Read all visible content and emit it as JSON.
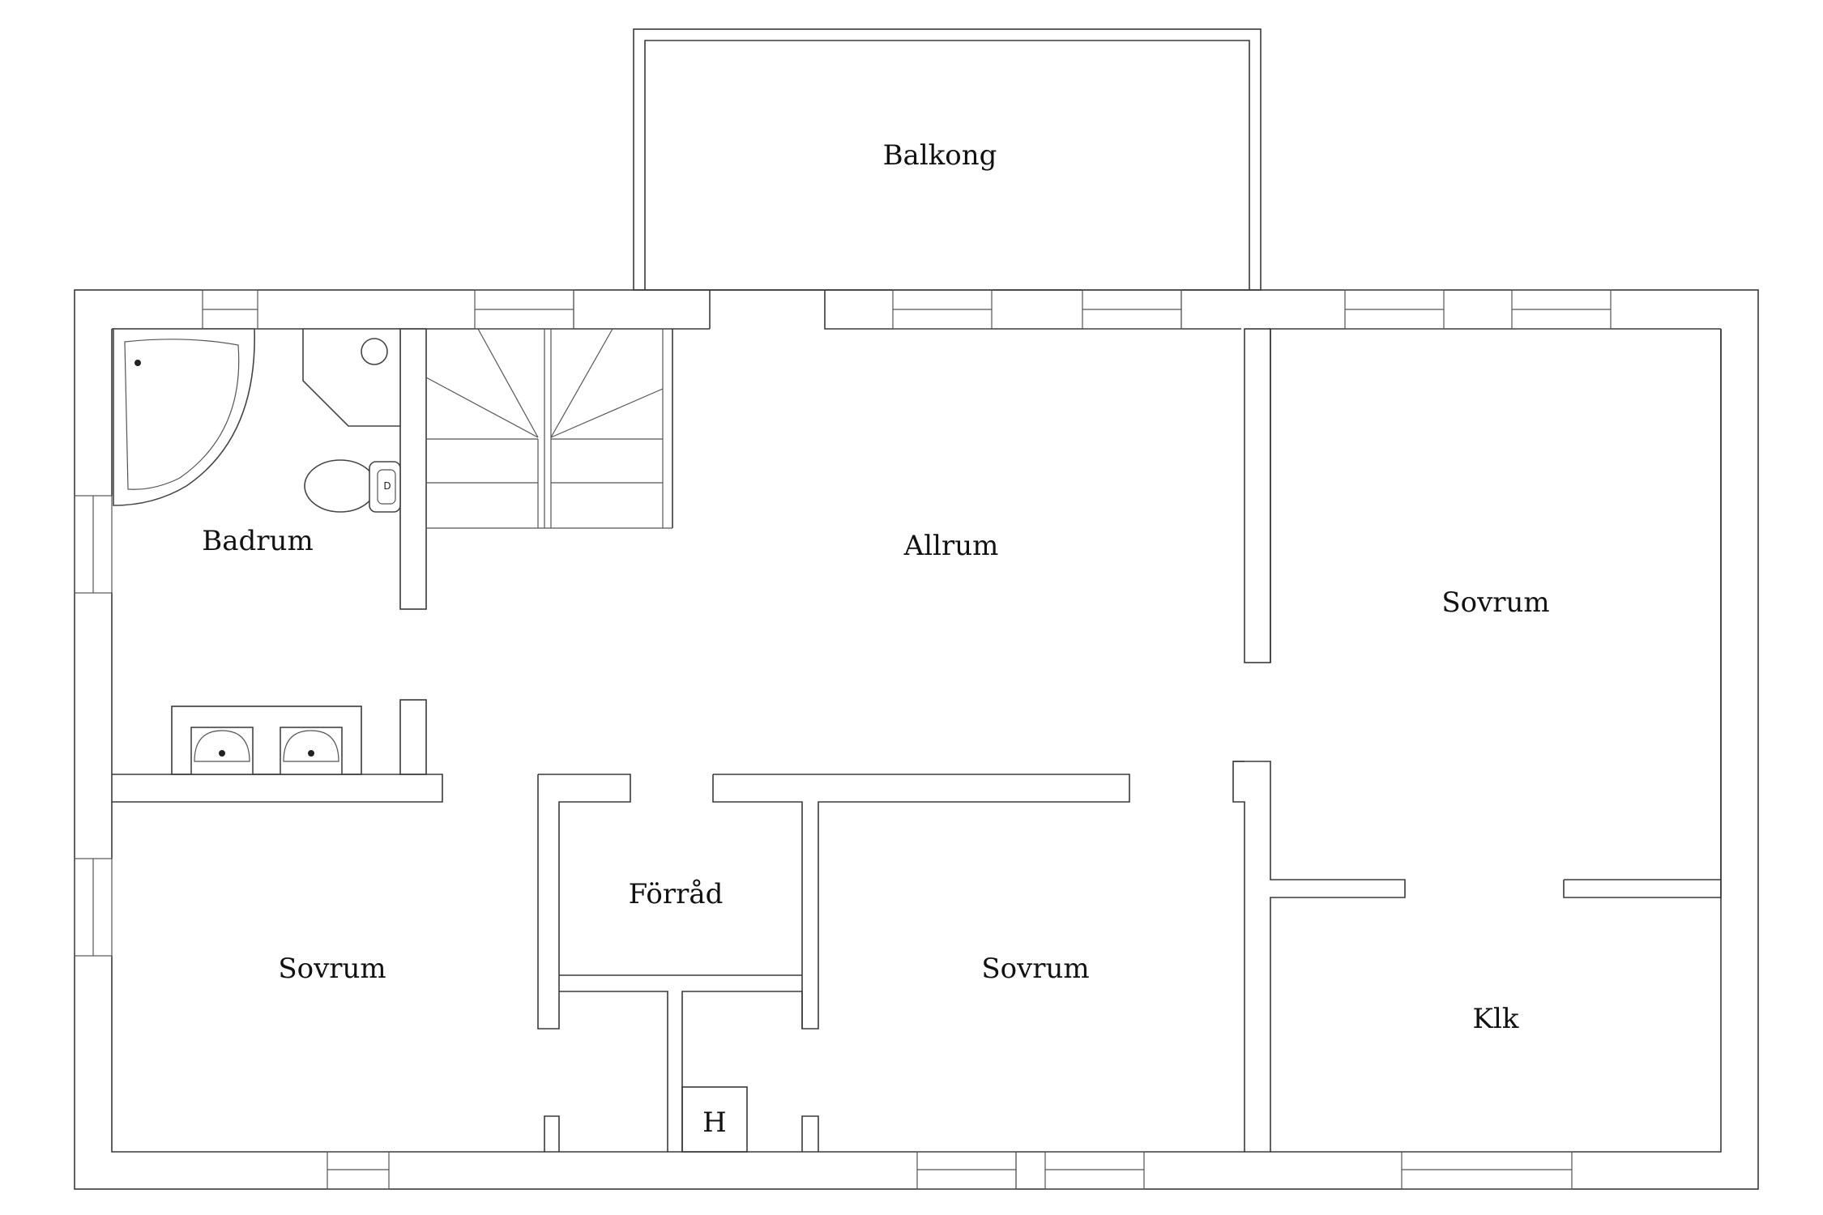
{
  "rooms": {
    "balkong": "Balkong",
    "badrum": "Badrum",
    "allrum": "Allrum",
    "sovrum_east": "Sovrum",
    "forrad": "Förråd",
    "sovrum_southwest": "Sovrum",
    "sovrum_center": "Sovrum",
    "klk": "Klk",
    "h": "H"
  },
  "colors": {
    "wall_stroke": "#3a3a3a",
    "background": "#ffffff",
    "text": "#111111"
  }
}
